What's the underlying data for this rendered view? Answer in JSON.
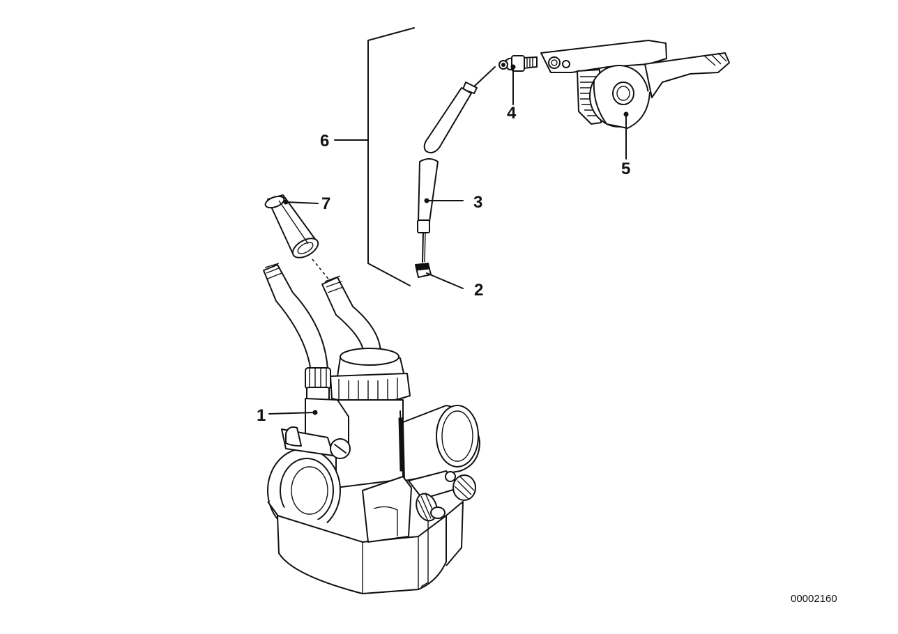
{
  "callouts": [
    {
      "id": "1",
      "label": "1"
    },
    {
      "id": "2",
      "label": "2"
    },
    {
      "id": "3",
      "label": "3"
    },
    {
      "id": "4",
      "label": "4"
    },
    {
      "id": "5",
      "label": "5"
    },
    {
      "id": "6",
      "label": "6"
    },
    {
      "id": "7",
      "label": "7"
    }
  ],
  "document_number": "00002160"
}
